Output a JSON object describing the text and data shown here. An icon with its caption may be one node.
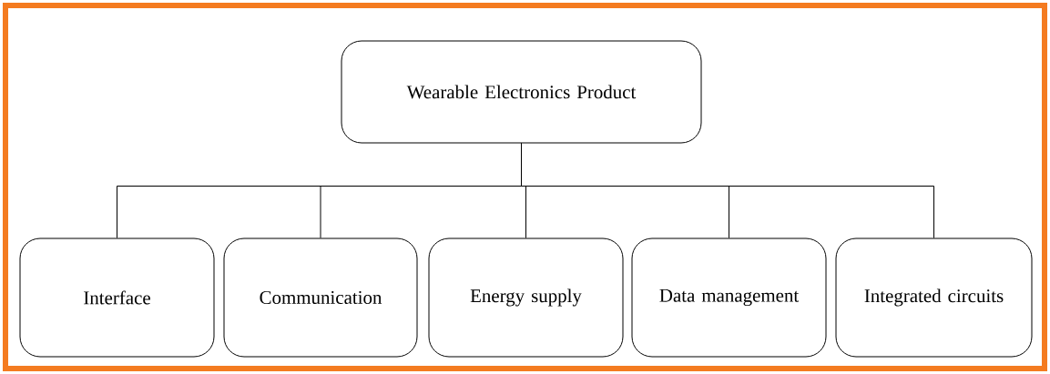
{
  "diagram": {
    "nodes": [
      {
        "text": [
          "Wearable Electronics Product"
        ]
      },
      {
        "text": [
          "Interface"
        ]
      },
      {
        "text": [
          "Communication"
        ]
      },
      {
        "text": [
          "Energy supply"
        ]
      },
      {
        "text": [
          "Data management"
        ]
      },
      {
        "text": [
          "Integrated circuits"
        ]
      }
    ],
    "edges": [
      {
        "from": 0,
        "to": 1,
        "arrow": "none"
      },
      {
        "from": 0,
        "to": 2,
        "arrow": "none"
      },
      {
        "from": 0,
        "to": 3,
        "arrow": "none"
      },
      {
        "from": 0,
        "to": 4,
        "arrow": "none"
      },
      {
        "from": 0,
        "to": 5,
        "arrow": "none"
      }
    ]
  }
}
